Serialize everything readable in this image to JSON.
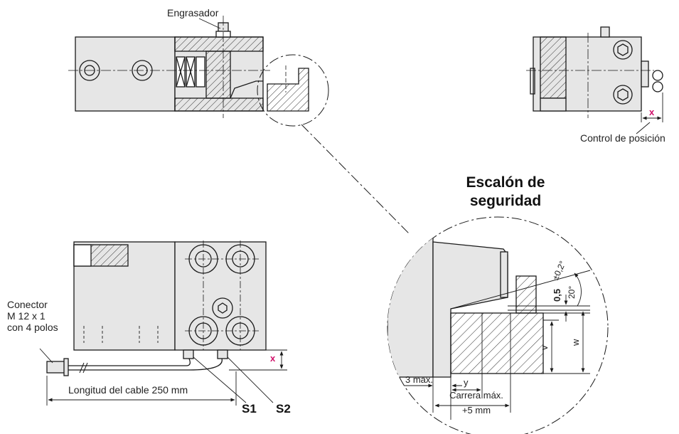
{
  "labels": {
    "engrasador": "Engrasador",
    "control_posicion": "Control de posición",
    "conector_line1": "Conector",
    "conector_line2": "M 12 x 1",
    "conector_line3": "con 4 polos",
    "longitud_cable": "Longitud del cable 250 mm",
    "s1": "S1",
    "s2": "S2",
    "x_top": "x",
    "x_bottom": "x"
  },
  "detail": {
    "title_line1": "Escalón de",
    "title_line2": "seguridad",
    "three_max": "3 max.",
    "y": "y",
    "carrera_line1": "Carrera máx.",
    "carrera_line2": "+5 mm",
    "v": "v",
    "w": "w",
    "half_mm": "0,5",
    "angle": "20°",
    "tolerance": "±0,2°"
  },
  "colors": {
    "accent": "#d0106a",
    "line": "#1a1a1a",
    "fill": "#e6e6e6"
  }
}
